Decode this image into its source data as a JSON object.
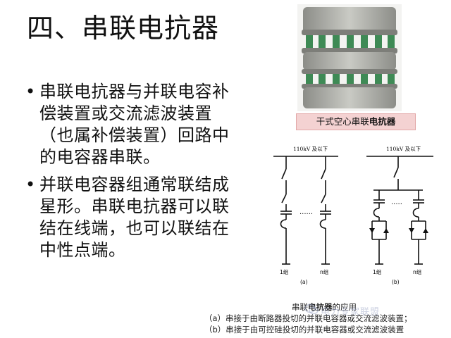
{
  "slide": {
    "title": "四、串联电抗器",
    "bullets": [
      {
        "symbol": "•",
        "text": "串联电抗器与并联电容补偿装置或交流滤波装置（也属补偿装置）回路中的电容器串联。"
      },
      {
        "symbol": "•",
        "text": "并联电容器组通常联结成星形。串联电抗器可以联结在线端，也可以联结在中性点端。"
      }
    ]
  },
  "photo": {
    "caption_prefix": "干式空心串联",
    "caption_bold": "电抗器"
  },
  "diagram": {
    "left_bus_label": "110kV 及以下",
    "right_bus_label": "110kV 及以下",
    "left_group_1": "1组",
    "left_group_n": "n组",
    "right_group_1": "1组",
    "right_group_n": "n组",
    "ellipsis_left": "......",
    "ellipsis_right": ".....",
    "sub_a": "(a)",
    "sub_b": "(b)",
    "caption_title_prefix": "串联",
    "caption_title_bold": "电抗器",
    "caption_title_suffix": "的应用",
    "caption_a": "（a）串接于由断路器投切的并联电容器或交流滤波装置；",
    "caption_b": "（b）串接于由可控硅投切的并联电容器或交流滤波装置"
  },
  "watermark": {
    "text": "电力专家联盟"
  },
  "colors": {
    "caption_bg": "#f4d2d2",
    "coil_green": "#3e8a55",
    "coil_gray": "#a9aaa4"
  }
}
